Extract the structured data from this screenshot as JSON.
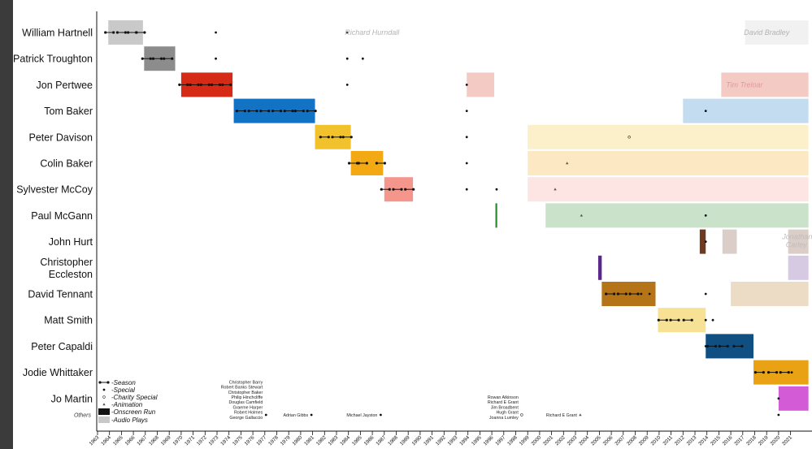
{
  "chart_data": {
    "type": "timeline",
    "x_range": [
      1963,
      2022
    ],
    "x_ticks": [
      1963,
      1964,
      1965,
      1966,
      1967,
      1968,
      1969,
      1970,
      1971,
      1972,
      1973,
      1974,
      1975,
      1976,
      1977,
      1978,
      1979,
      1980,
      1981,
      1982,
      1983,
      1984,
      1985,
      1986,
      1987,
      1988,
      1989,
      1990,
      1991,
      1992,
      1993,
      1994,
      1995,
      1996,
      1997,
      1998,
      1999,
      2000,
      2001,
      2002,
      2003,
      2004,
      2005,
      2006,
      2007,
      2008,
      2009,
      2010,
      2011,
      2012,
      2013,
      2014,
      2015,
      2016,
      2017,
      2018,
      2019,
      2020,
      2021
    ],
    "doctors": [
      {
        "name": "William Hartnell",
        "color": "#c9c9c9",
        "onscreen": [
          [
            1963.9,
            1966.8
          ]
        ],
        "audio": [
          [
            2017.2,
            2022.5
          ]
        ],
        "seasons": [
          1964.0,
          1965.0,
          1965.9,
          1966.6
        ],
        "specials": [
          1972.9,
          1983.9
        ],
        "ghosts": [
          {
            "text": "Richard Hurndall",
            "x": 1983.7,
            "color": "#b3b3b3"
          },
          {
            "text": "David Bradley",
            "x": 2017.1,
            "color": "#b3b3b3"
          }
        ]
      },
      {
        "name": "Patrick Troughton",
        "color": "#8c8c8c",
        "onscreen": [
          [
            1966.9,
            1969.5
          ]
        ],
        "audio": [],
        "seasons": [
          1967.1,
          1968.0,
          1968.9
        ],
        "specials": [
          1972.9,
          1983.9,
          1985.2
        ],
        "ghosts": []
      },
      {
        "name": "Jon Pertwee",
        "color": "#d42a16",
        "onscreen": [
          [
            1970.0,
            1974.3
          ]
        ],
        "audio": [
          [
            1993.9,
            1996.2
          ],
          [
            2015.2,
            2022.5
          ]
        ],
        "seasons": [
          1970.2,
          1971.1,
          1972.0,
          1972.9,
          1973.8
        ],
        "specials": [
          1983.9,
          1993.9
        ],
        "ghosts": [
          {
            "text": "Tim Treloar",
            "x": 2015.6,
            "color": "#e09a9a"
          }
        ]
      },
      {
        "name": "Tom Baker",
        "color": "#1272c4",
        "onscreen": [
          [
            1974.4,
            1981.2
          ]
        ],
        "audio": [
          [
            2012.0,
            2022.5
          ]
        ],
        "seasons": [
          1975.0,
          1976.0,
          1977.0,
          1978.0,
          1979.0,
          1979.9,
          1980.9
        ],
        "specials": [
          1993.9,
          2013.9
        ],
        "ghosts": []
      },
      {
        "name": "Peter Davison",
        "color": "#f2c22c",
        "onscreen": [
          [
            1981.2,
            1984.2
          ]
        ],
        "audio": [
          [
            1999.0,
            2022.5
          ]
        ],
        "seasons": [
          1982.0,
          1983.0,
          1983.9
        ],
        "specials": [
          1993.9
        ],
        "charity": [
          2007.5
        ],
        "ghosts": []
      },
      {
        "name": "Colin Baker",
        "color": "#f2a914",
        "onscreen": [
          [
            1984.2,
            1986.9
          ]
        ],
        "audio": [
          [
            1999.0,
            2022.5
          ]
        ],
        "seasons": [
          1984.4,
          1985.2,
          1986.7
        ],
        "specials": [
          1993.9
        ],
        "animation": [
          2002.3
        ],
        "ghosts": []
      },
      {
        "name": "Sylvester McCoy",
        "color": "#f4968c",
        "onscreen": [
          [
            1987.0,
            1989.4
          ]
        ],
        "audio": [
          [
            1999.0,
            2022.5
          ]
        ],
        "seasons": [
          1987.1,
          1988.1,
          1989.1
        ],
        "specials": [
          1993.9,
          1996.4
        ],
        "animation": [
          2001.3
        ],
        "ghosts": []
      },
      {
        "name": "Paul McGann",
        "color": "#2b8a2b",
        "onscreen": [
          [
            1996.3,
            1996.45
          ]
        ],
        "audio": [
          [
            2000.5,
            2022.5
          ]
        ],
        "seasons": [],
        "specials": [
          2013.9
        ],
        "animation": [
          2003.5
        ],
        "ghosts": []
      },
      {
        "name": "John Hurt",
        "color": "#6e3a22",
        "onscreen": [
          [
            2013.4,
            2013.9
          ]
        ],
        "audio": [
          [
            2015.3,
            2016.5
          ],
          [
            2020.8,
            2022.5
          ]
        ],
        "seasons": [],
        "specials": [
          2013.9
        ],
        "ghosts": [
          {
            "text": "Jonathan",
            "x": 2020.3,
            "color": "#bdbdbd"
          },
          {
            "text": "Carley",
            "x": 2020.6,
            "color": "#bdbdbd"
          }
        ]
      },
      {
        "name": "Christopher",
        "name_line2": "Eccleston",
        "color": "#5a2a8a",
        "onscreen": [
          [
            2004.9,
            2005.2
          ]
        ],
        "audio": [
          [
            2020.8,
            2022.5
          ]
        ],
        "seasons": [],
        "specials": [],
        "ghosts": []
      },
      {
        "name": "David Tennant",
        "color": "#b57418",
        "onscreen": [
          [
            2005.2,
            2009.7
          ]
        ],
        "audio": [
          [
            2016.0,
            2022.5
          ]
        ],
        "seasons": [
          2005.9,
          2006.9,
          2007.9
        ],
        "specials": [
          2008.5,
          2009.2,
          2013.9
        ],
        "ghosts": []
      },
      {
        "name": "Matt Smith",
        "color": "#f6e194",
        "onscreen": [
          [
            2009.9,
            2013.9
          ]
        ],
        "audio": [],
        "seasons": [
          2010.3,
          2011.3,
          2012.4
        ],
        "specials": [
          2013.9,
          2014.5
        ],
        "ghosts": []
      },
      {
        "name": "Peter Capaldi",
        "color": "#0f4f82",
        "onscreen": [
          [
            2013.9,
            2017.9
          ]
        ],
        "audio": [],
        "seasons": [
          2014.4,
          2015.4,
          2016.6
        ],
        "specials": [
          2013.9
        ],
        "ghosts": []
      },
      {
        "name": "Jodie Whittaker",
        "color": "#e8a214",
        "onscreen": [
          [
            2017.9,
            2022.5
          ]
        ],
        "audio": [],
        "seasons": [
          2018.4,
          2019.5,
          2020.5
        ],
        "specials": [
          2021.1
        ],
        "ghosts": []
      },
      {
        "name": "Jo Martin",
        "color": "#d35bd6",
        "onscreen": [
          [
            2020.0,
            2022.5
          ]
        ],
        "audio": [],
        "seasons": [],
        "specials": [
          2020.0
        ],
        "ghosts": []
      }
    ],
    "others_label": "Others",
    "others": [
      {
        "x": 1977.1,
        "names": [
          "Christopher Barry",
          "Robert Banks Stewart",
          "Christopher Baker",
          "Philip Hinchcliffe",
          "Douglas Camfield",
          "Graeme Harper",
          "Robert Holmes",
          "George Gallaccio"
        ],
        "marker": "special"
      },
      {
        "x": 1980.9,
        "names": [
          "Adrian Gibbs"
        ],
        "marker": "special"
      },
      {
        "x": 1986.7,
        "names": [
          "Michael Jayston"
        ],
        "marker": "special"
      },
      {
        "x": 1998.5,
        "names": [
          "Rowan Atkinson",
          "Richard E Grant",
          "Jim Broadbent",
          "Hugh Grant",
          "Joanna Lumley"
        ],
        "marker": "charity"
      },
      {
        "x": 2003.4,
        "names": [
          "Richard E Grant"
        ],
        "marker": "animation"
      },
      {
        "x": 2020.0,
        "names": [],
        "marker": "special"
      }
    ],
    "legend": {
      "position": "bottom-left",
      "items": [
        {
          "symbol": "season",
          "label": "-Season"
        },
        {
          "symbol": "special",
          "label": "-Special"
        },
        {
          "symbol": "charity",
          "label": "-Charity Special"
        },
        {
          "symbol": "animation",
          "label": "-Animation"
        },
        {
          "symbol": "onscreen",
          "label": "-Onscreen Run"
        },
        {
          "symbol": "audio",
          "label": "-Audio Plays"
        }
      ]
    },
    "audio_alpha": 0.25
  }
}
